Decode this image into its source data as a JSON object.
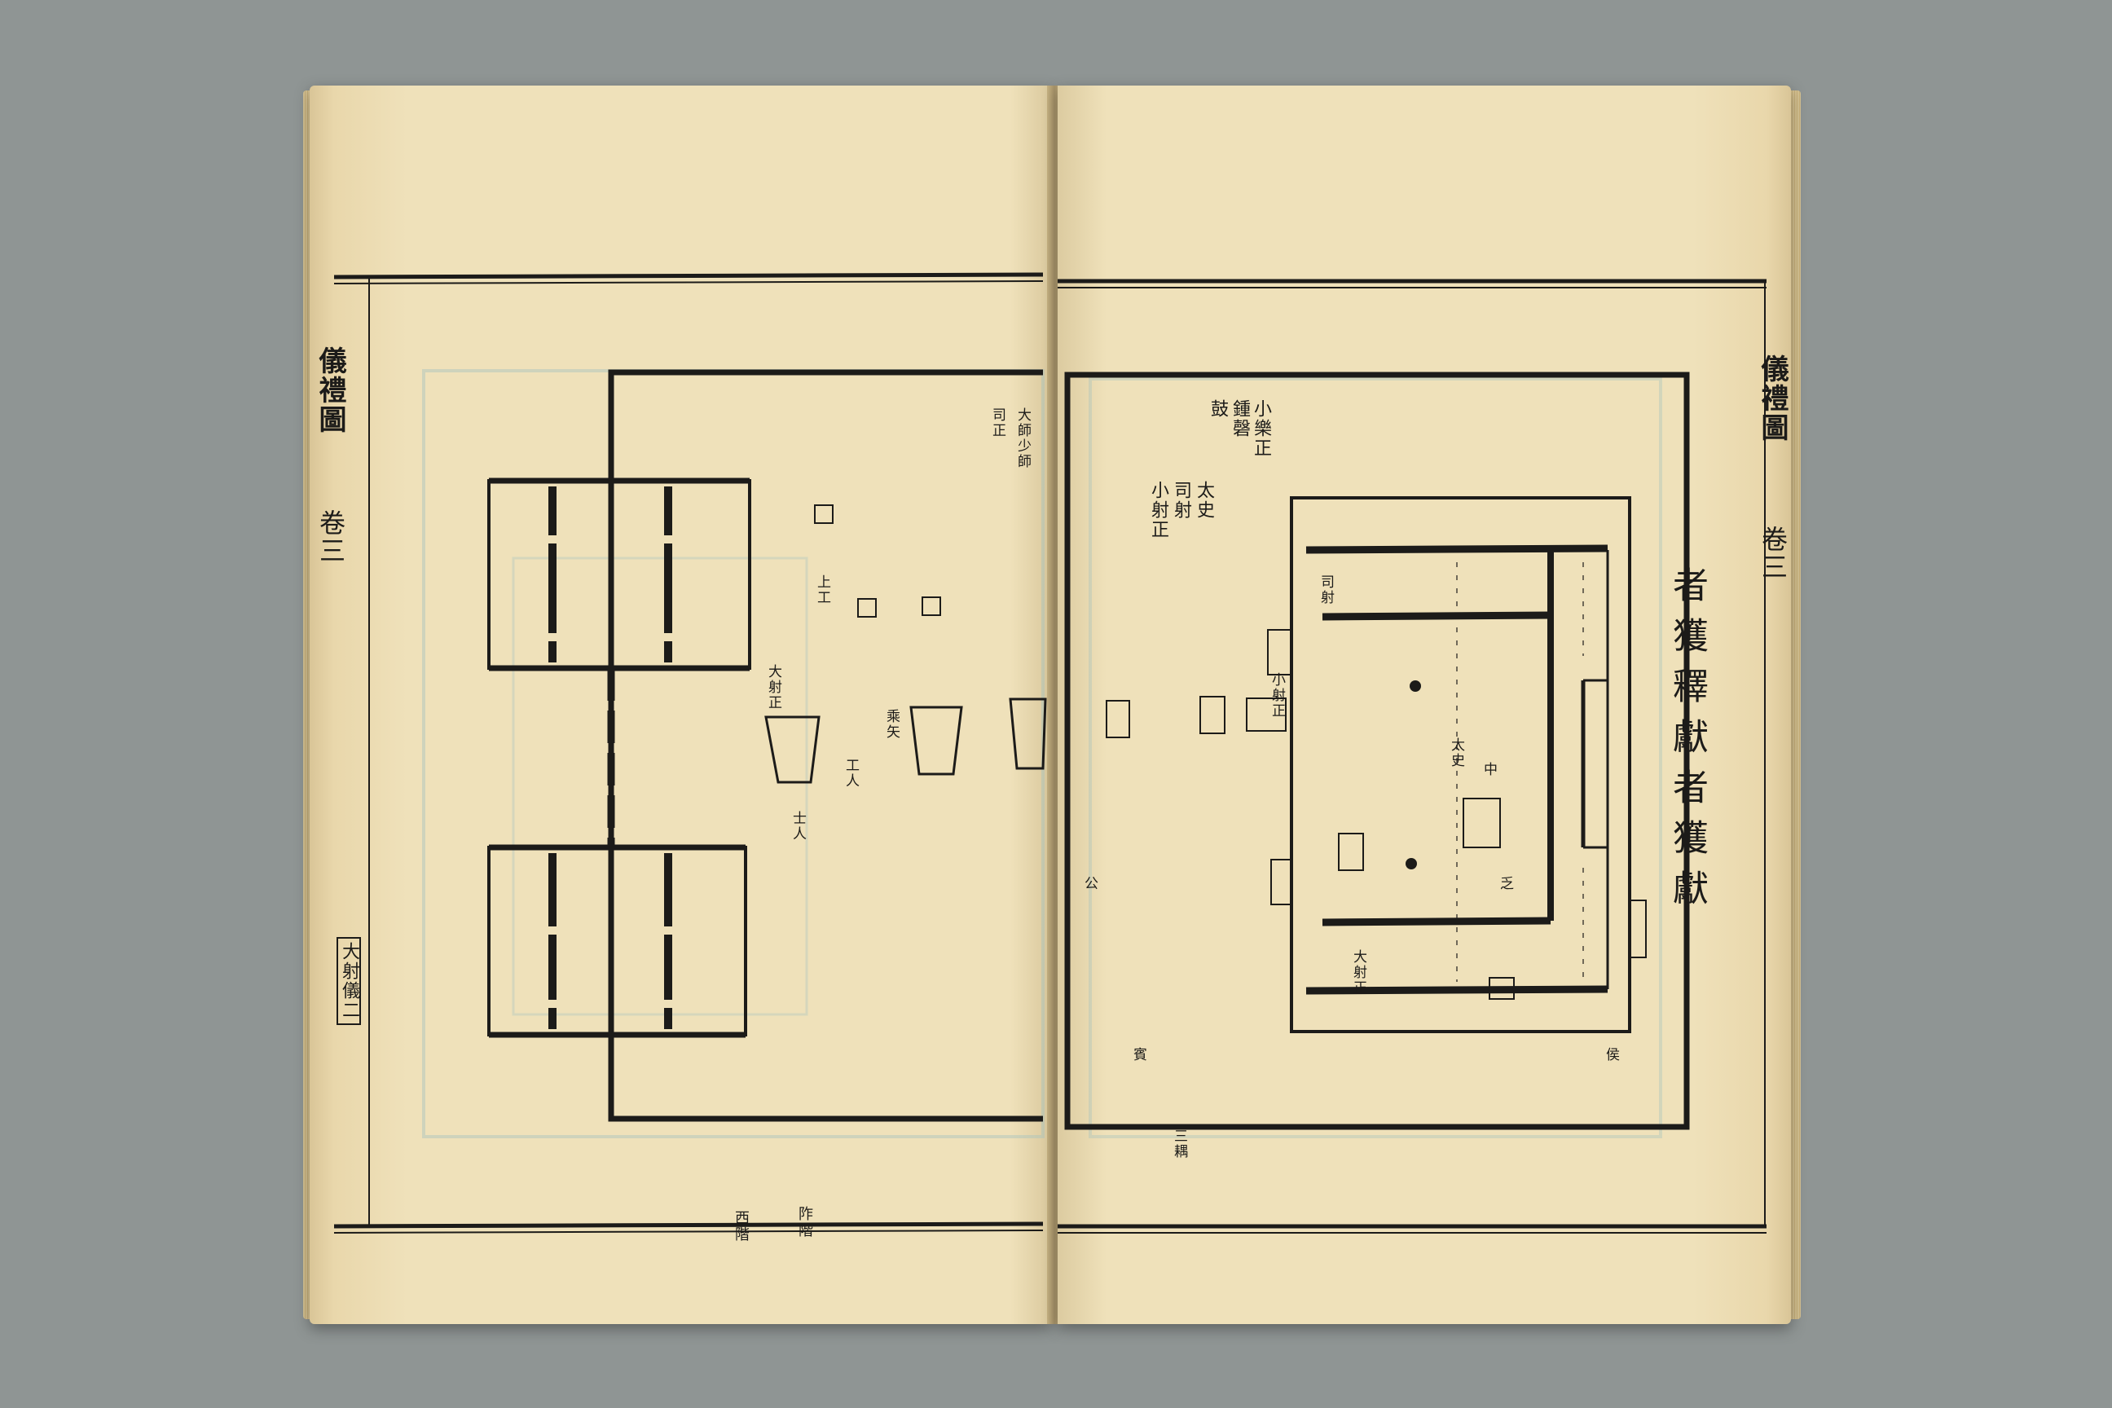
{
  "left_page": {
    "margin_title": "儀禮圖",
    "volume_mark": "卷三",
    "section_label": "大射儀二",
    "bottom_marks": [
      "阼階",
      "西階"
    ],
    "text_small": [
      "大師少師",
      "司正",
      "上工",
      "大射正",
      "乘矢",
      "工人",
      "士人"
    ]
  },
  "right_page": {
    "margin_title": "儀禮圖",
    "volume_mark": "卷三",
    "header_columns": [
      "小樂正",
      "鍾磬",
      "鼓",
      "太史",
      "司射",
      "小射正"
    ],
    "heading_column": "者獲釋獻者獲獻",
    "text_small": [
      "太史",
      "司射",
      "小射正",
      "大射正",
      "三耦",
      "賓",
      "公",
      "乏",
      "侯",
      "中"
    ]
  }
}
